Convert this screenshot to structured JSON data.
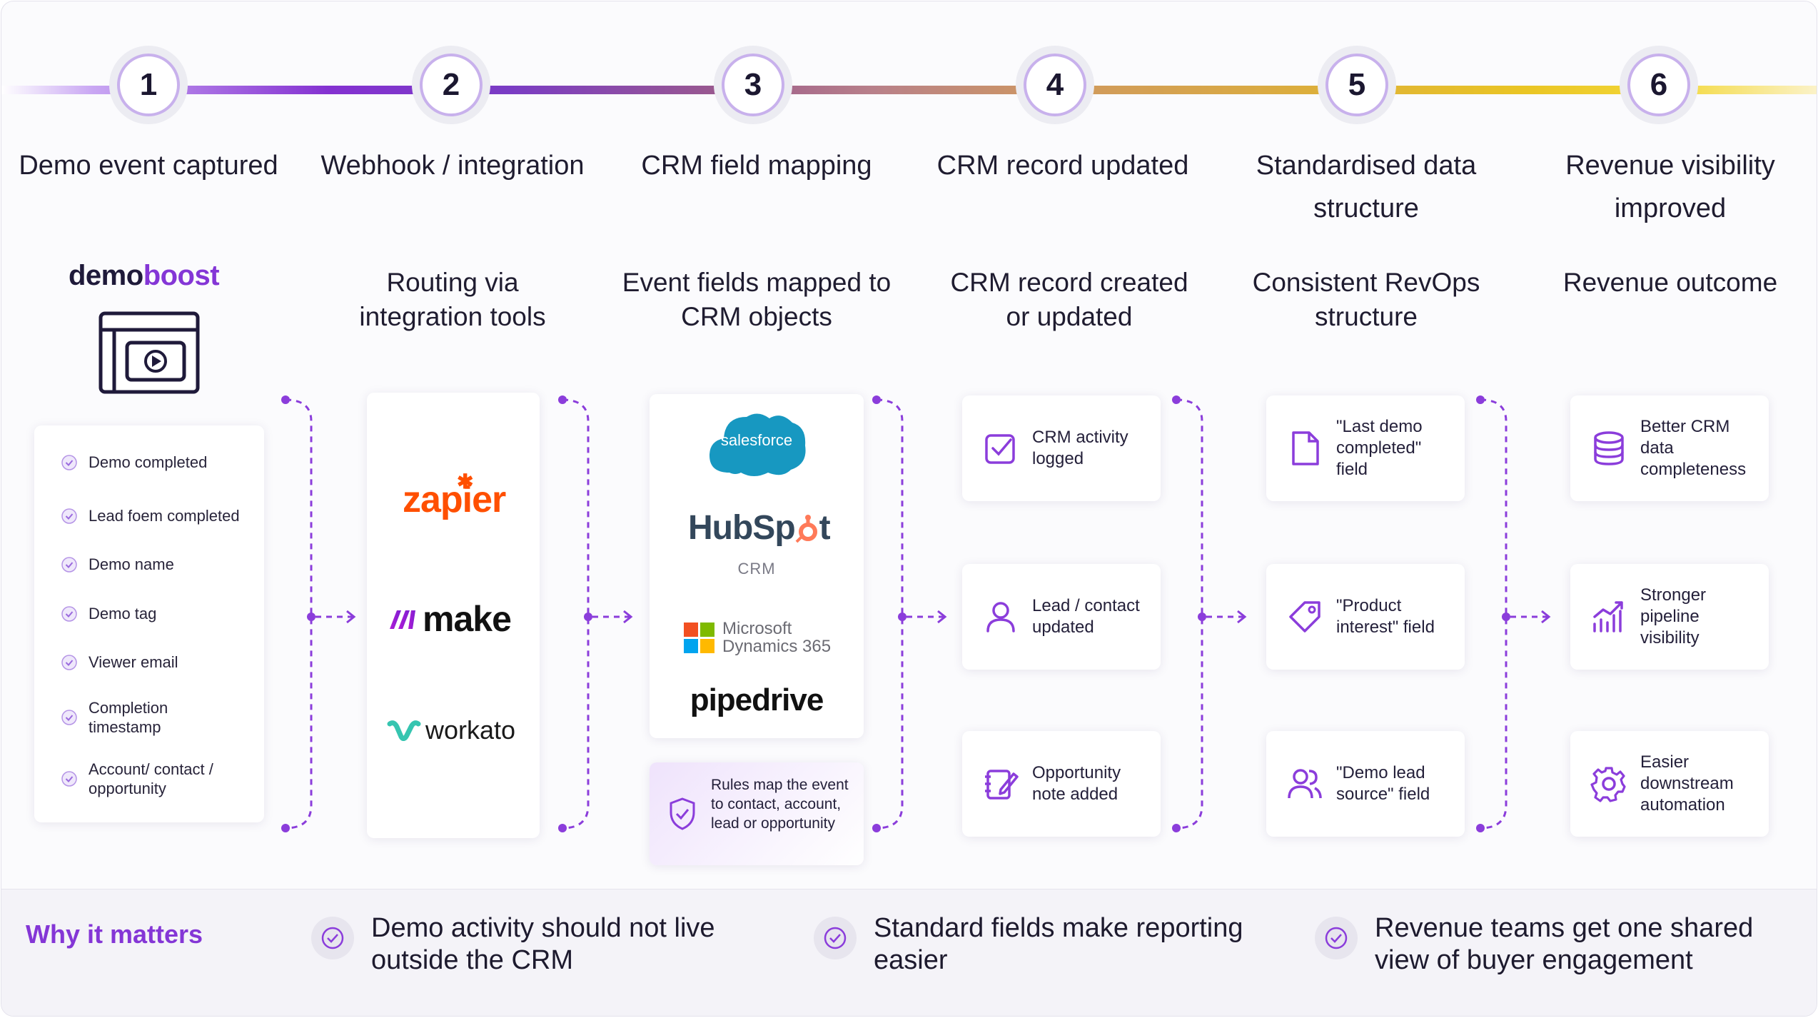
{
  "colors": {
    "accent": "#8436d6",
    "accent_light": "#c8b1ec",
    "text": "#1f1c30",
    "track_start": "#8431d1",
    "track_end": "#f3d83a"
  },
  "steps": [
    {
      "number": "1",
      "title": "Demo event captured",
      "subtitle": ""
    },
    {
      "number": "2",
      "title": "Webhook / integration",
      "subtitle": "Routing via integration tools"
    },
    {
      "number": "3",
      "title": "CRM field mapping",
      "subtitle": "Event fields mapped to CRM objects"
    },
    {
      "number": "4",
      "title": "CRM record updated",
      "subtitle": "CRM record created or updated"
    },
    {
      "number": "5",
      "title": "Standardised data structure",
      "subtitle": "Consistent RevOps structure"
    },
    {
      "number": "6",
      "title": "Revenue visibility improved",
      "subtitle": "Revenue outcome"
    }
  ],
  "demoboost": {
    "logo_part1": "demo",
    "logo_part2": "boost",
    "icon": "video-window-icon"
  },
  "event_fields": [
    "Demo completed",
    "Lead foem completed",
    "Demo name",
    "Demo tag",
    "Viewer email",
    "Completion timestamp",
    "Account/ contact / opportunity"
  ],
  "integrations": [
    "zapier",
    "make",
    "workato"
  ],
  "crms": {
    "salesforce": "salesforce",
    "hubspot_a": "HubSp",
    "hubspot_b": "t",
    "hubspot_sub": "CRM",
    "microsoft_1": "Microsoft",
    "microsoft_2": "Dynamics 365",
    "pipedrive": "pipedrive"
  },
  "rules_note": "Rules map the event to contact, account, lead or opportunity",
  "crm_updates": [
    {
      "icon": "check-square-icon",
      "label": "CRM activity logged"
    },
    {
      "icon": "user-icon",
      "label": "Lead / contact updated"
    },
    {
      "icon": "edit-note-icon",
      "label": "Opportunity note added"
    }
  ],
  "fields": [
    {
      "icon": "file-icon",
      "label": "\"Last demo completed\" field"
    },
    {
      "icon": "tag-icon",
      "label": "\"Product interest\" field"
    },
    {
      "icon": "users-icon",
      "label": "\"Demo lead source\" field"
    }
  ],
  "outcomes": [
    {
      "icon": "database-icon",
      "label": "Better CRM data completeness"
    },
    {
      "icon": "chart-growth-icon",
      "label": "Stronger pipeline visibility"
    },
    {
      "icon": "gear-icon",
      "label": "Easier downstream automation"
    }
  ],
  "why": {
    "title": "Why it matters",
    "items": [
      "Demo activity should not live outside the CRM",
      "Standard fields make reporting easier",
      "Revenue teams get one shared view of buyer engagement"
    ]
  }
}
